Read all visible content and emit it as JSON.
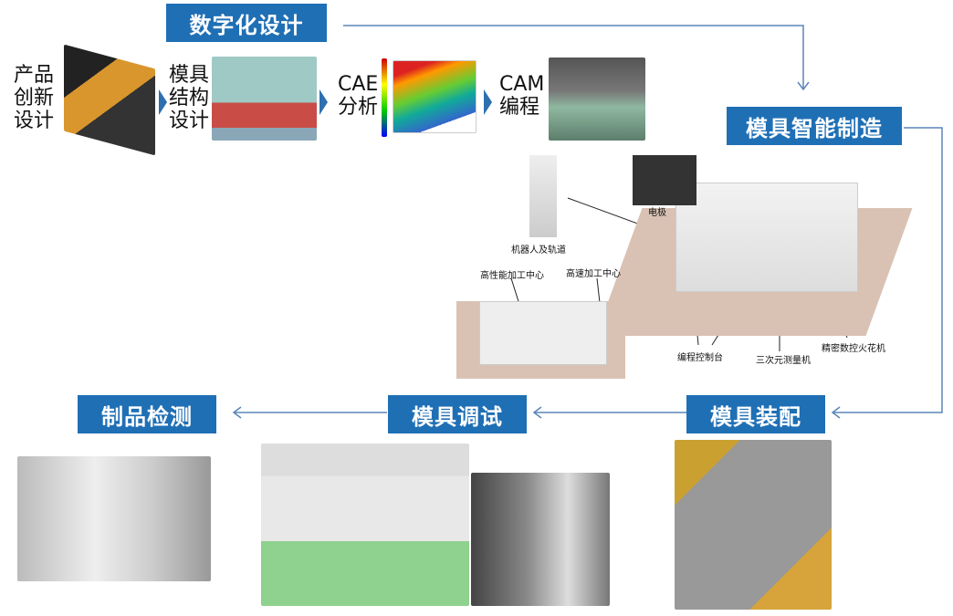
{
  "stages": {
    "digital_design": "数字化设计",
    "smart_manufacturing": "模具智能制造",
    "assembly": "模具装配",
    "debugging": "模具调试",
    "inspection": "制品检测"
  },
  "design_steps": [
    {
      "label": "产品创新设计",
      "lines": [
        "产品",
        "创新",
        "设计"
      ]
    },
    {
      "label": "模具结构设计",
      "lines": [
        "模具",
        "结构",
        "设计"
      ]
    },
    {
      "label": "CAE分析",
      "lines": [
        "CAE",
        "分析"
      ]
    },
    {
      "label": "CAM编程",
      "lines": [
        "CAM",
        "编程"
      ]
    }
  ],
  "factory_labels": {
    "electrode": "电极",
    "robot": "机器人及轨道",
    "hp_machining": "高性能加工中心",
    "hs_machining": "高速加工中心",
    "programming_console": "编程控制台",
    "cmm": "三次元测量机",
    "edm": "精密数控火花机"
  },
  "colors": {
    "stage_blue": "#1f6fb5",
    "arrow": "#5a86b8"
  }
}
